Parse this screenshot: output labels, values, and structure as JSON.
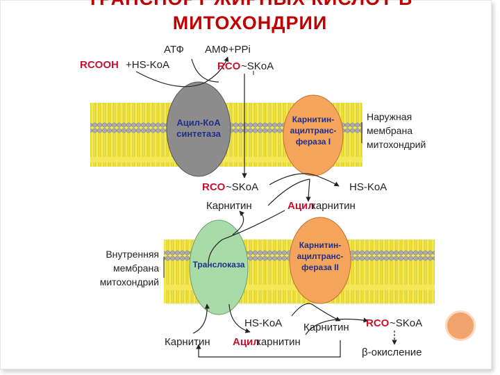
{
  "title": {
    "line1": "ТРАНСПОРТ ЖИРНЫХ КИСЛОТ В",
    "line2": "МИТОХОНДРИИ"
  },
  "top": {
    "atf": "АТФ",
    "amf": "АМФ+PPi",
    "rcooh": "RCOOH",
    "hs_koa": "+HS-KoA",
    "rco": "RCO",
    "skoa": "~SKoA"
  },
  "outer_membrane": {
    "label_line1": "Наружная",
    "label_line2": "мембрана",
    "label_line3": "митохондрий",
    "enzyme1_line1": "Ацил-КоА",
    "enzyme1_line2": "синтетаза",
    "enzyme2_line1": "Карнитин-",
    "enzyme2_line2": "ацилтранс-",
    "enzyme2_line3": "фераза I"
  },
  "middle": {
    "rco": "RCO",
    "skoa": "~SKoA",
    "hs_koa": "HS-KoA",
    "carnitine": "Карнитин",
    "acyl": "Ацил",
    "carnitine2": "карнитин"
  },
  "inner_membrane": {
    "label_line1": "Внутренняя",
    "label_line2": "мембрана",
    "label_line3": "митохондрий",
    "enzyme1": "Транслоказа",
    "enzyme2_line1": "Карнитин-",
    "enzyme2_line2": "ацилтранс-",
    "enzyme2_line3": "фераза II"
  },
  "bottom": {
    "hs_koa": "HS-KoA",
    "carnitine_right": "Карнитин",
    "rco": "RCO",
    "skoa": "~SKoA",
    "carnitine_left": "Карнитин",
    "acyl": "Ацил",
    "carnitine2": "карнитин",
    "beta": "β-окисление"
  },
  "colors": {
    "title": "#c00000",
    "membrane_yellow": "#f3e85a",
    "head_gray": "#a9a9a9",
    "enzyme_gray": "#8c8c8c",
    "enzyme_orange": "#f5a45c",
    "enzyme_green": "#a8dba8",
    "enzyme_text": "#1f2f8c",
    "red_label": "#c8102e",
    "corner_dot": "#f0a36b"
  }
}
